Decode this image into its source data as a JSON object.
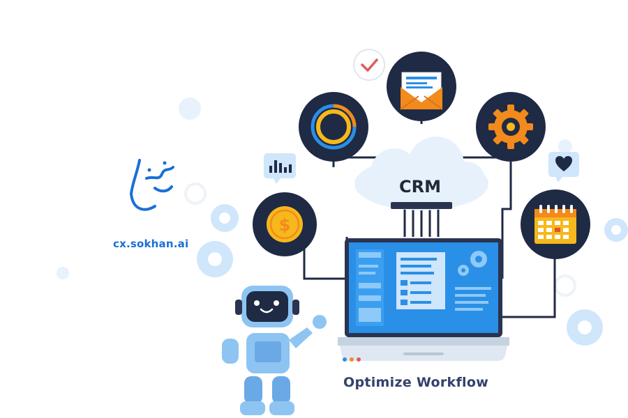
{
  "brand": {
    "logo_script": "سخن",
    "domain_text": "cx.sokhan.ai"
  },
  "cloud": {
    "label": "CRM"
  },
  "caption": {
    "text": "Optimize Workflow"
  },
  "icons": [
    "checkmark-bubble-icon",
    "email-envelope-icon",
    "analytics-dial-icon",
    "settings-gear-icon",
    "bar-chart-bubble-icon",
    "heart-bubble-icon",
    "dollar-coin-icon",
    "calendar-icon",
    "robot-mascot",
    "laptop-dashboard"
  ],
  "colors": {
    "navy": "#1f2a44",
    "orange": "#f28a1c",
    "yellow": "#f6b81c",
    "blue": "#2a8fe6",
    "light_blue": "#cfe6fb",
    "robot_blue": "#8ec4f2",
    "brand_blue": "#1a6fd6"
  }
}
